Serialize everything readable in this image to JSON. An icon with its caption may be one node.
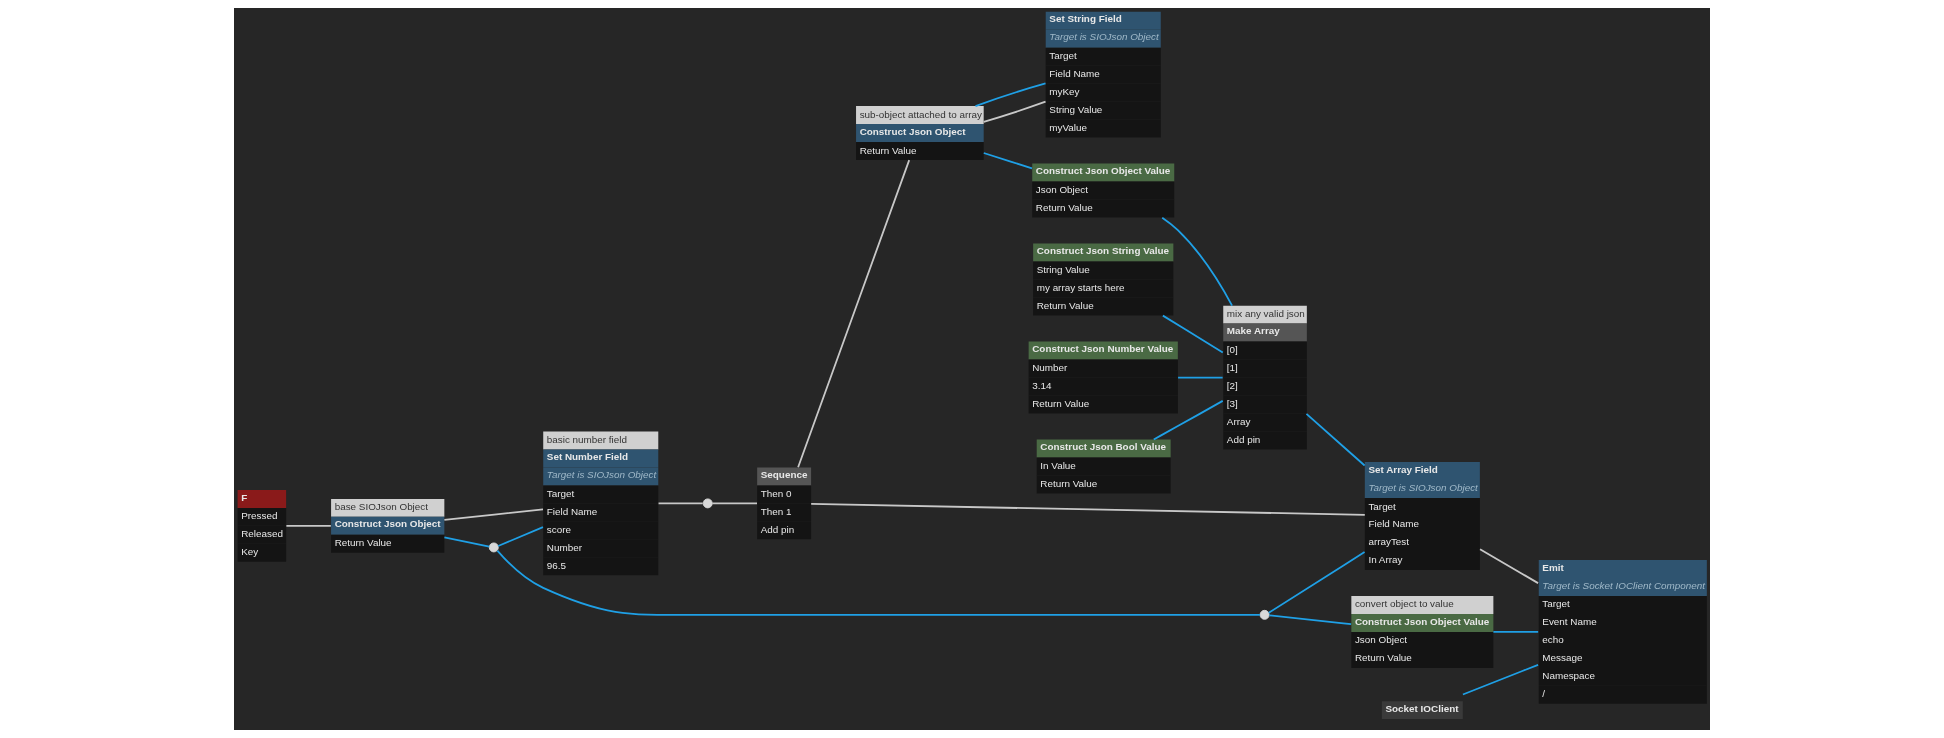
{
  "diagram": {
    "nodes": [
      {
        "text": [
          "F",
          "Pressed",
          "Released",
          "Key"
        ]
      },
      {
        "text": [
          "base SIOJson Object",
          "Construct Json Object",
          "Return Value"
        ]
      },
      {
        "text": [
          "basic number field",
          "Set Number Field",
          "Target is SIOJson Object",
          "Target",
          "Field Name",
          "score",
          "Number",
          "96.5"
        ]
      },
      {
        "text": [],
        "shape": "circle"
      },
      {
        "text": [
          "Sequence",
          "Then 0",
          "Then 1",
          "Add pin"
        ]
      },
      {
        "text": [
          "sub-object attached to array",
          "Construct Json Object",
          "Return Value"
        ]
      },
      {
        "text": [
          "Set String Field",
          "Target is SIOJson Object",
          "Target",
          "Field Name",
          "myKey",
          "String Value",
          "myValue"
        ]
      },
      {
        "text": [
          "Set Array Field",
          "Target is SIOJson Object",
          "Target",
          "Field Name",
          "arrayTest",
          "In Array"
        ]
      },
      {
        "text": [
          "Emit",
          "Target is Socket IOClient Component",
          "Target",
          "Event Name",
          "echo",
          "Message",
          "Namespace",
          "/"
        ]
      },
      {
        "text": [
          "Socket IOClient"
        ]
      },
      {
        "text": [],
        "shape": "circle"
      },
      {
        "text": [],
        "shape": "circle"
      },
      {
        "text": [
          "convert object to value",
          "Construct Json Object Value",
          "Json Object",
          "Return Value"
        ]
      },
      {
        "text": [
          "Construct Json String Value",
          "String Value",
          "my array starts here",
          "Return Value"
        ]
      },
      {
        "text": [
          "Construct Json Object Value",
          "Json Object",
          "Return Value"
        ]
      },
      {
        "text": [
          "Construct Json Number Value",
          "Number",
          "3.14",
          "Return Value"
        ]
      },
      {
        "text": [
          "Construct Json Bool Value",
          "In Value",
          "Return Value"
        ]
      },
      {
        "text": [
          "mix any valid json",
          "Make Array",
          "[0]",
          "[1]",
          "[2]",
          "[3]",
          "Array",
          "Add pin"
        ]
      }
    ],
    "edges": [
      {
        "from": 0,
        "to": 1,
        "arrow": "none",
        "color": "#c8c8c8"
      },
      {
        "from": 1,
        "to": 2,
        "arrow": "none",
        "color": "#c8c8c8"
      },
      {
        "from": 1,
        "to": 10,
        "arrow": "none"
      },
      {
        "from": 10,
        "to": 2,
        "arrow": "none"
      },
      {
        "from": 10,
        "to": 11,
        "arrow": "none"
      },
      {
        "from": 2,
        "to": 3,
        "arrow": "none",
        "color": "#c8c8c8"
      },
      {
        "from": 3,
        "to": 4,
        "arrow": "none",
        "color": "#c8c8c8"
      },
      {
        "from": 4,
        "to": 5,
        "arrow": "none",
        "color": "#c8c8c8"
      },
      {
        "from": 4,
        "to": 7,
        "arrow": "none",
        "color": "#c8c8c8"
      },
      {
        "from": 5,
        "to": 6,
        "arrow": "none",
        "color": "#c8c8c8"
      },
      {
        "from": 5,
        "to": 6,
        "arrow": "none"
      },
      {
        "from": 5,
        "to": 14,
        "arrow": "none"
      },
      {
        "from": 11,
        "to": 7,
        "arrow": "none"
      },
      {
        "from": 11,
        "to": 12,
        "arrow": "none"
      },
      {
        "from": 13,
        "to": 17,
        "arrow": "none"
      },
      {
        "from": 14,
        "to": 17,
        "arrow": "none"
      },
      {
        "from": 15,
        "to": 17,
        "arrow": "none"
      },
      {
        "from": 16,
        "to": 17,
        "arrow": "none"
      },
      {
        "from": 17,
        "to": 7,
        "arrow": "none"
      },
      {
        "from": 7,
        "to": 8,
        "arrow": "none",
        "color": "#c8c8c8"
      },
      {
        "from": 9,
        "to": 8,
        "arrow": "none"
      },
      {
        "from": 12,
        "to": 8,
        "arrow": "none"
      }
    ]
  }
}
